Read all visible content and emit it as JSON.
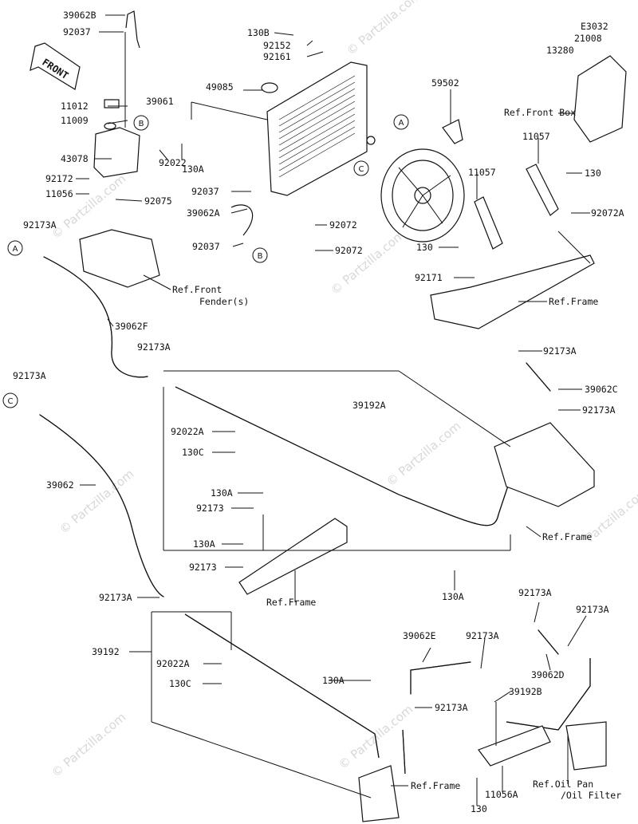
{
  "labels": {
    "p39062B": "39062B",
    "p92037a": "92037",
    "p130B": "130B",
    "p92152": "92152",
    "p92161": "92161",
    "pE3032": "E3032",
    "p21008": "21008",
    "p13280": "13280",
    "p49085": "49085",
    "p39061": "39061",
    "p59502": "59502",
    "p11012": "11012",
    "p11009": "11009",
    "refFrontBox": "Ref.Front Box",
    "p11057a": "11057",
    "p43078": "43078",
    "p92022": "92022",
    "p130A_top": "130A",
    "p92172": "92172",
    "p11056": "11056",
    "p92075": "92075",
    "p92037b": "92037",
    "p11057b": "11057",
    "p130_fan": "130",
    "p39062A": "39062A",
    "p92072A": "92072A",
    "p92173A_1": "92173A",
    "p92072a": "92072",
    "p92037c": "92037",
    "p92072b": "92072",
    "p130_mid": "130",
    "refFrontFender": "Ref.Front",
    "refFrontFender2": "Fender(s)",
    "p92171": "92171",
    "refFrame1": "Ref.Frame",
    "p39062F": "39062F",
    "p92173A_2": "92173A",
    "p92173A_3": "92173A",
    "p92173A_4": "92173A",
    "p39062C": "39062C",
    "p39192A": "39192A",
    "p92173A_5": "92173A",
    "p92022A_1": "92022A",
    "p130C_1": "130C",
    "p39062": "39062",
    "p130A_2": "130A",
    "p92173_1": "92173",
    "refFrame2": "Ref.Frame",
    "p130A_3": "130A",
    "p92173_2": "92173",
    "refFrame3": "Ref.Frame",
    "p130A_4": "130A",
    "p92173A_6": "92173A",
    "p92173A_7": "92173A",
    "p92173A_8": "92173A",
    "p39192": "39192",
    "p39062E": "39062E",
    "p92173A_9": "92173A",
    "p92022A_2": "92022A",
    "p39062D": "39062D",
    "p130C_2": "130C",
    "p130A_5": "130A",
    "p92173A_10": "92173A",
    "p39192B": "39192B",
    "refFrame4": "Ref.Frame",
    "p11056A": "11056A",
    "refOilPan": "Ref.Oil Pan",
    "refOilFilter": "/Oil Filter",
    "p130_bot": "130"
  },
  "callouts": {
    "A": "A",
    "B": "B",
    "C": "C"
  },
  "front_arrow": "FRONT",
  "watermark": "© Partzilla.com",
  "watermark_short": "Partzilla.com"
}
